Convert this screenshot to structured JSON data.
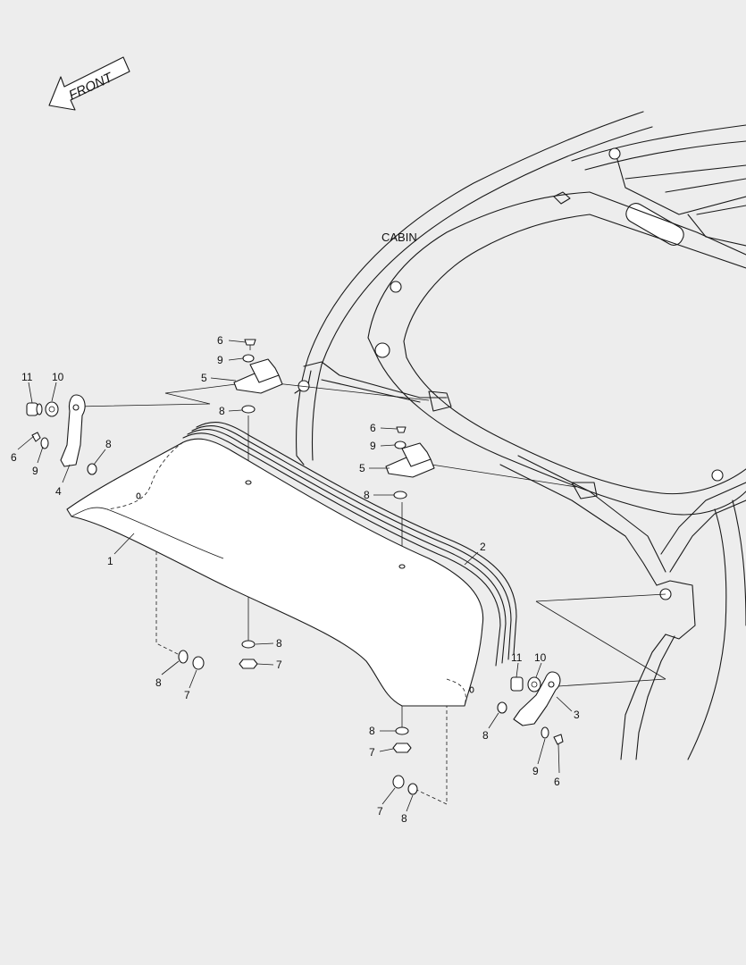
{
  "direction": {
    "text": "FRONT",
    "icon": "arrow-icon"
  },
  "cabin_label": "CABIN",
  "callouts": [
    "11",
    "10",
    "6",
    "9",
    "4",
    "8",
    "1",
    "2",
    "6",
    "9",
    "5",
    "8",
    "6",
    "9",
    "5",
    "8",
    "8",
    "7",
    "8",
    "7",
    "8",
    "7",
    "7",
    "8",
    "11",
    "10",
    "3",
    "8",
    "9",
    "6"
  ],
  "colors": {
    "background": "#ededed",
    "line": "#1a1a1a",
    "part_fill": "#ffffff"
  }
}
